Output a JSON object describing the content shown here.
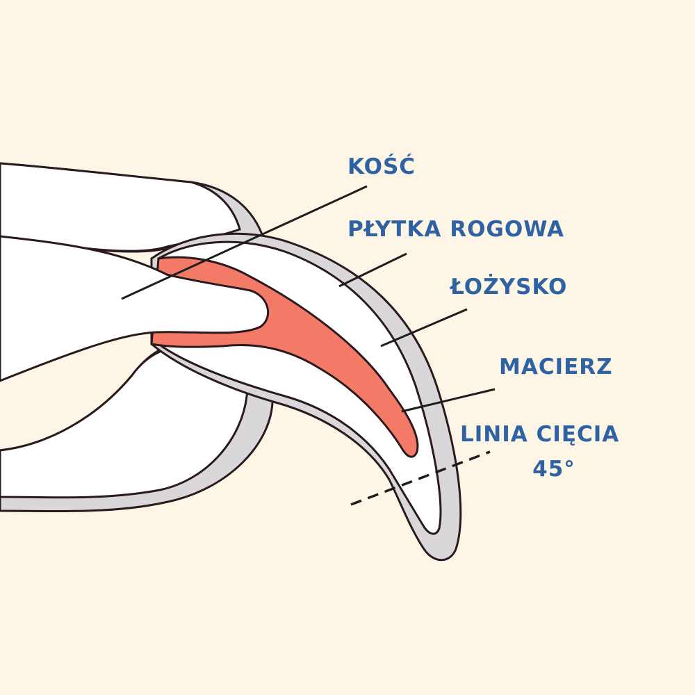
{
  "labels": {
    "bone": "KOŚĆ",
    "horn_plate": "PŁYTKA ROGOWA",
    "nail_bed": "ŁOŻYSKO",
    "matrix": "MACIERZ",
    "cut_line": "LINIA CIĘCIA",
    "cut_angle": "45°"
  },
  "colors": {
    "background": "#fdf5e6",
    "label": "#2f62a3",
    "outline": "#2a1a1e",
    "nail_shell": "#d9d7d9",
    "nail_inner": "#ffffff",
    "quick": "#f47a68"
  }
}
